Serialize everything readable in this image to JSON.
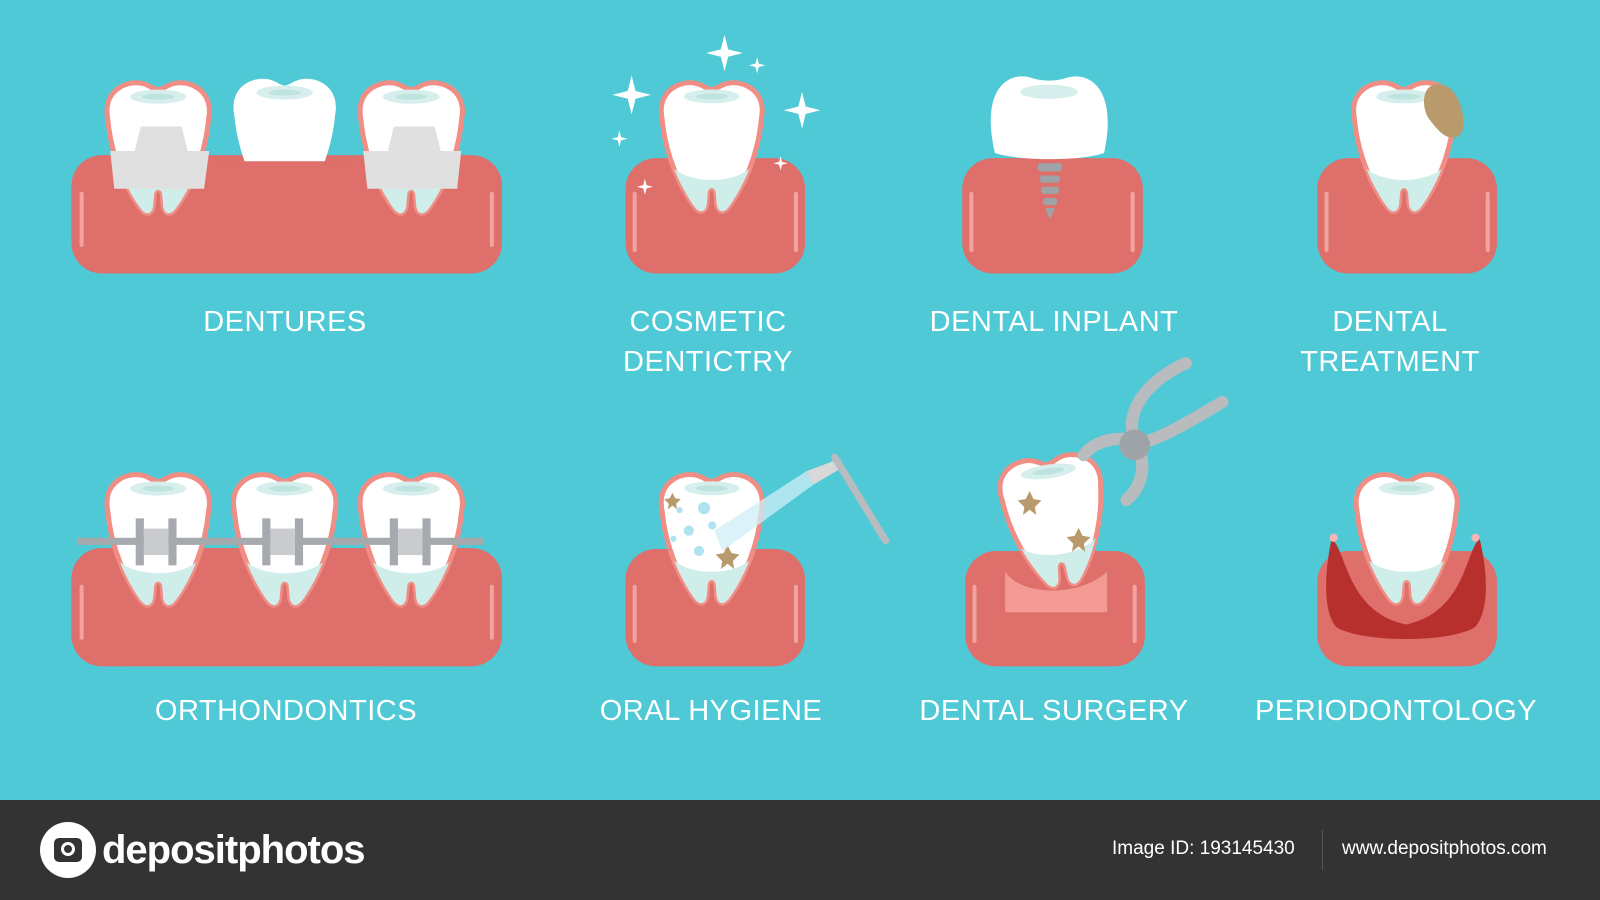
{
  "labels": {
    "dentures": "DENTURES",
    "cosmetic_1": "COSMETIC",
    "cosmetic_2": "DENTICTRY",
    "implant": "DENTAL INPLANT",
    "treatment_1": "DENTAL",
    "treatment_2": "TREATMENT",
    "orthodontics": "ORTHONDONTICS",
    "hygiene": "ORAL HYGIENE",
    "surgery": "DENTAL SURGERY",
    "periodontology": "PERIODONTOLOGY"
  },
  "footer": {
    "logo": "depositphotos",
    "image_id": "Image ID: 193145430",
    "site": "www.depositphotos.com"
  },
  "colors": {
    "background": "#4fc9d6",
    "gum": "#de6f6a",
    "gum_inflamed": "#b8302e",
    "tooth": "#ffffff",
    "footer": "#333333"
  }
}
